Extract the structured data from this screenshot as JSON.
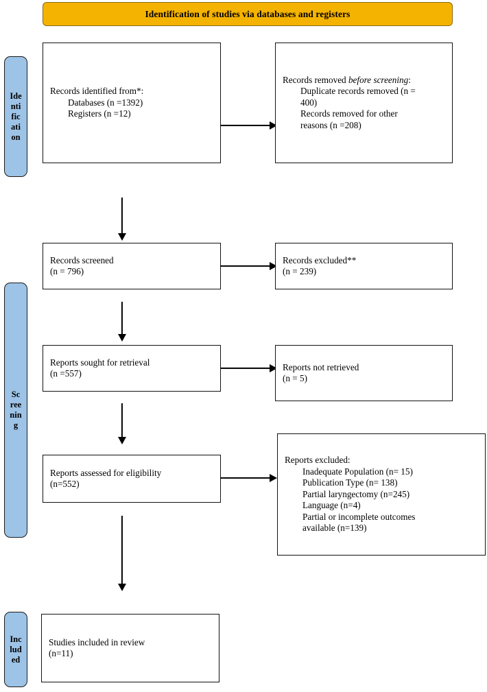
{
  "diagram": {
    "title": "Identification of studies via databases and registers",
    "colors": {
      "banner_fill": "#F5B301",
      "banner_border": "#8A6A12",
      "stage_fill": "#9DC3E6",
      "stage_border": "#1A1A1A",
      "box_border": "#111111",
      "arrow": "#000000",
      "text": "#000000"
    }
  },
  "stages": [
    {
      "id": "identification",
      "label": "Identification"
    },
    {
      "id": "screening",
      "label": "Screening"
    },
    {
      "id": "included",
      "label": "Included"
    }
  ],
  "boxes": {
    "records_identified": {
      "line1": "Records identified from*:",
      "line2": "Databases (n =1392)",
      "line3": "Registers (n =12)"
    },
    "records_removed": {
      "line1_a": "Records removed ",
      "line1_b": "before screening",
      "line1_c": ":",
      "line2": "Duplicate records removed (n =",
      "line3": "400)",
      "line4": "Records removed for other",
      "line5": "reasons (n =208)"
    },
    "records_screened": {
      "line1": "Records screened",
      "line2": "(n = 796)"
    },
    "records_excluded": {
      "line1": "Records excluded**",
      "line2": "(n = 239)"
    },
    "reports_sought": {
      "line1": "Reports sought for retrieval",
      "line2": "(n =557)"
    },
    "reports_not_retrieved": {
      "line1": "Reports not retrieved",
      "line2": "(n = 5)"
    },
    "reports_assessed": {
      "line1": "Reports assessed for eligibility",
      "line2": "(n=552)"
    },
    "reports_excluded": {
      "line1": "Reports excluded:",
      "line2": "Inadequate Population (n= 15)",
      "line3": "Publication Type (n= 138)",
      "line4": "Partial laryngectomy (n=245)",
      "line5": "Language (n=4)",
      "line6": "Partial or incomplete outcomes",
      "line7": "available (n=139)"
    },
    "studies_included": {
      "line1": "Studies included in review",
      "line2": "(n=11)"
    }
  },
  "chart_data": {
    "type": "diagram",
    "title": "Identification of studies via databases and registers",
    "nodes": [
      {
        "id": "records_identified",
        "stage": "Identification",
        "label": "Records identified from*",
        "counts": {
          "Databases": 1392,
          "Registers": 12
        }
      },
      {
        "id": "records_removed",
        "stage": "Identification",
        "label": "Records removed before screening",
        "counts": {
          "Duplicate records removed": 400,
          "Records removed for other reasons": 208
        }
      },
      {
        "id": "records_screened",
        "stage": "Screening",
        "label": "Records screened",
        "n": 796
      },
      {
        "id": "records_excluded",
        "stage": "Screening",
        "label": "Records excluded**",
        "n": 239
      },
      {
        "id": "reports_sought",
        "stage": "Screening",
        "label": "Reports sought for retrieval",
        "n": 557
      },
      {
        "id": "reports_not_retrieved",
        "stage": "Screening",
        "label": "Reports not retrieved",
        "n": 5
      },
      {
        "id": "reports_assessed",
        "stage": "Screening",
        "label": "Reports assessed for eligibility",
        "n": 552
      },
      {
        "id": "reports_excluded",
        "stage": "Screening",
        "label": "Reports excluded",
        "counts": {
          "Inadequate Population": 15,
          "Publication Type": 138,
          "Partial laryngectomy": 245,
          "Language": 4,
          "Partial or incomplete outcomes available": 139
        }
      },
      {
        "id": "studies_included",
        "stage": "Included",
        "label": "Studies included in review",
        "n": 11
      }
    ],
    "edges": [
      {
        "from": "records_identified",
        "to": "records_removed",
        "direction": "right"
      },
      {
        "from": "records_identified",
        "to": "records_screened",
        "direction": "down"
      },
      {
        "from": "records_screened",
        "to": "records_excluded",
        "direction": "right"
      },
      {
        "from": "records_screened",
        "to": "reports_sought",
        "direction": "down"
      },
      {
        "from": "reports_sought",
        "to": "reports_not_retrieved",
        "direction": "right"
      },
      {
        "from": "reports_sought",
        "to": "reports_assessed",
        "direction": "down"
      },
      {
        "from": "reports_assessed",
        "to": "reports_excluded",
        "direction": "right"
      },
      {
        "from": "reports_assessed",
        "to": "studies_included",
        "direction": "down"
      }
    ]
  }
}
